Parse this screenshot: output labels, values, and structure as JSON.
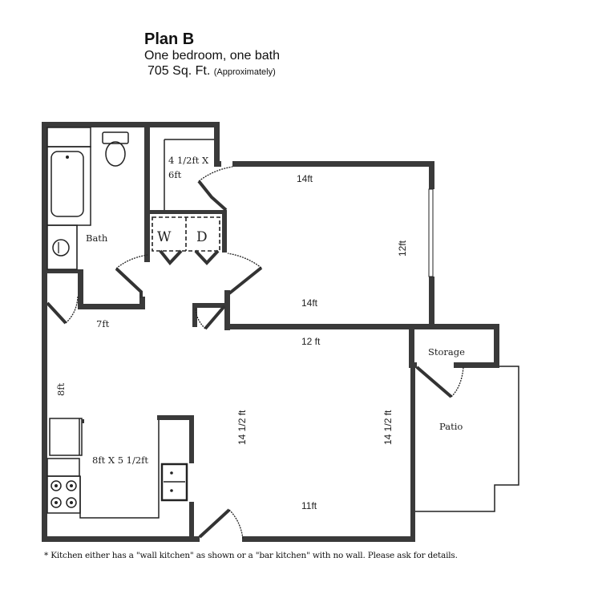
{
  "header": {
    "title": "Plan B",
    "subtitle": "One bedroom, one bath",
    "area": "705 Sq. Ft.",
    "area_note": "(Approximately)"
  },
  "rooms": {
    "bath": {
      "label": "Bath"
    },
    "closet": {
      "label_line1": "4 1/2ft X",
      "label_line2": "6ft"
    },
    "washer": {
      "label": "W"
    },
    "dryer": {
      "label": "D"
    },
    "bedroom": {
      "top": "14ft",
      "bottom": "14ft",
      "side": "12ft"
    },
    "hall": {
      "width": "7ft",
      "length": "8ft"
    },
    "kitchen": {
      "label": "8ft X 5 1/2ft"
    },
    "living": {
      "top": "12 ft",
      "left": "14 1/2 ft",
      "right": "14 1/2 ft",
      "bottom": "11ft"
    },
    "storage": {
      "label": "Storage"
    },
    "patio": {
      "label": "Patio"
    }
  },
  "footnote": "* Kitchen either has a \"wall kitchen\" as shown or a \"bar kitchen\" with no wall.  Please ask for details.",
  "colors": {
    "wall": "#3a3a3a",
    "background": "#ffffff",
    "text": "#111111"
  }
}
